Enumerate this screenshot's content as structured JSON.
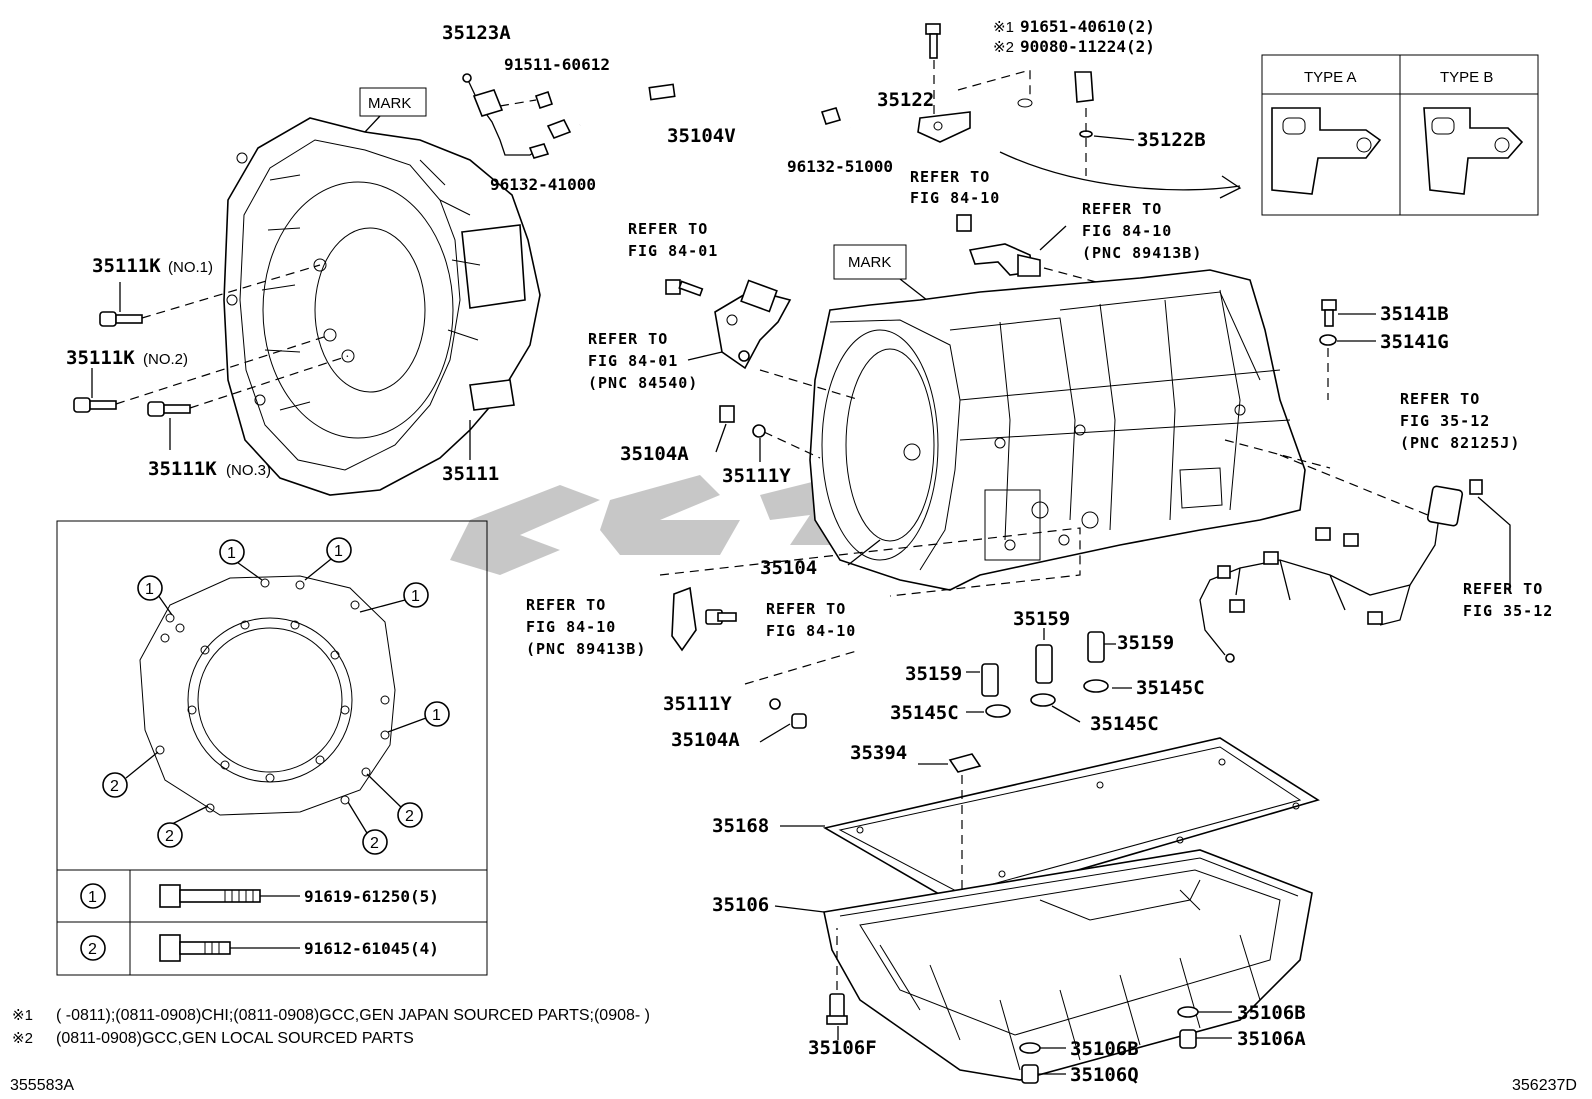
{
  "callouts": {
    "p35123A": "35123A",
    "p91511": "91511-60612",
    "p35104V": "35104V",
    "p96132_41000": "96132-41000",
    "p35122": "35122",
    "p96132_51000": "96132-51000",
    "p91651": "91651-40610(2)",
    "p90080": "90080-11224(2)",
    "p35122B": "35122B",
    "p35111K_1": "35111K",
    "p35111K_2": "35111K",
    "p35111K_3": "35111K",
    "p35111": "35111",
    "p35104A_1": "35104A",
    "p35111Y_1": "35111Y",
    "p35104": "35104",
    "p35141B": "35141B",
    "p35141G": "35141G",
    "p35159_1": "35159",
    "p35159_2": "35159",
    "p35159_3": "35159",
    "p35145C_1": "35145C",
    "p35145C_2": "35145C",
    "p35145C_3": "35145C",
    "p35111Y_2": "35111Y",
    "p35104A_2": "35104A",
    "p35394": "35394",
    "p35168": "35168",
    "p35106": "35106",
    "p35106F": "35106F",
    "p35106B_1": "35106B",
    "p35106A": "35106A",
    "p35106B_2": "35106B",
    "p35106Q": "35106Q"
  },
  "qualifiers": {
    "no1": "(NO.1)",
    "no2": "(NO.2)",
    "no3": "(NO.3)",
    "mark1": "MARK",
    "mark2": "MARK",
    "sym1": "※1",
    "sym2": "※2"
  },
  "refs": {
    "r1_l1": "REFER TO",
    "r1_l2": "FIG 84-10",
    "r2_l1": "REFER TO",
    "r2_l2": "FIG 84-10",
    "r2_l3": "(PNC 89413B)",
    "r3_l1": "REFER TO",
    "r3_l2": "FIG 84-01",
    "r4_l1": "REFER TO",
    "r4_l2": "FIG 84-01",
    "r4_l3": "(PNC 84540)",
    "r5_l1": "REFER TO",
    "r5_l2": "FIG 35-12",
    "r5_l3": "(PNC 82125J)",
    "r6_l1": "REFER TO",
    "r6_l2": "FIG 35-12",
    "r7_l1": "REFER TO",
    "r7_l2": "FIG 84-10",
    "r7_l3": "(PNC 89413B)",
    "r8_l1": "REFER TO",
    "r8_l2": "FIG 84-10"
  },
  "type_box": {
    "type_a": "TYPE A",
    "type_b": "TYPE B"
  },
  "bolt_table": {
    "rows": [
      {
        "index": "1",
        "part": "91619-61250(5)"
      },
      {
        "index": "2",
        "part": "91612-61045(4)"
      }
    ],
    "circle_labels": [
      "1",
      "1",
      "1",
      "1",
      "1",
      "2",
      "2",
      "2",
      "2"
    ]
  },
  "notes": {
    "n1_sym": "※1",
    "n1_text": "(       -0811);(0811-0908)CHI;(0811-0908)GCC,GEN JAPAN SOURCED PARTS;(0908-       )",
    "n2_sym": "※2",
    "n2_text": "(0811-0908)GCC,GEN LOCAL SOURCED PARTS"
  },
  "footer": {
    "left_code": "355583A",
    "right_code": "356237D"
  }
}
